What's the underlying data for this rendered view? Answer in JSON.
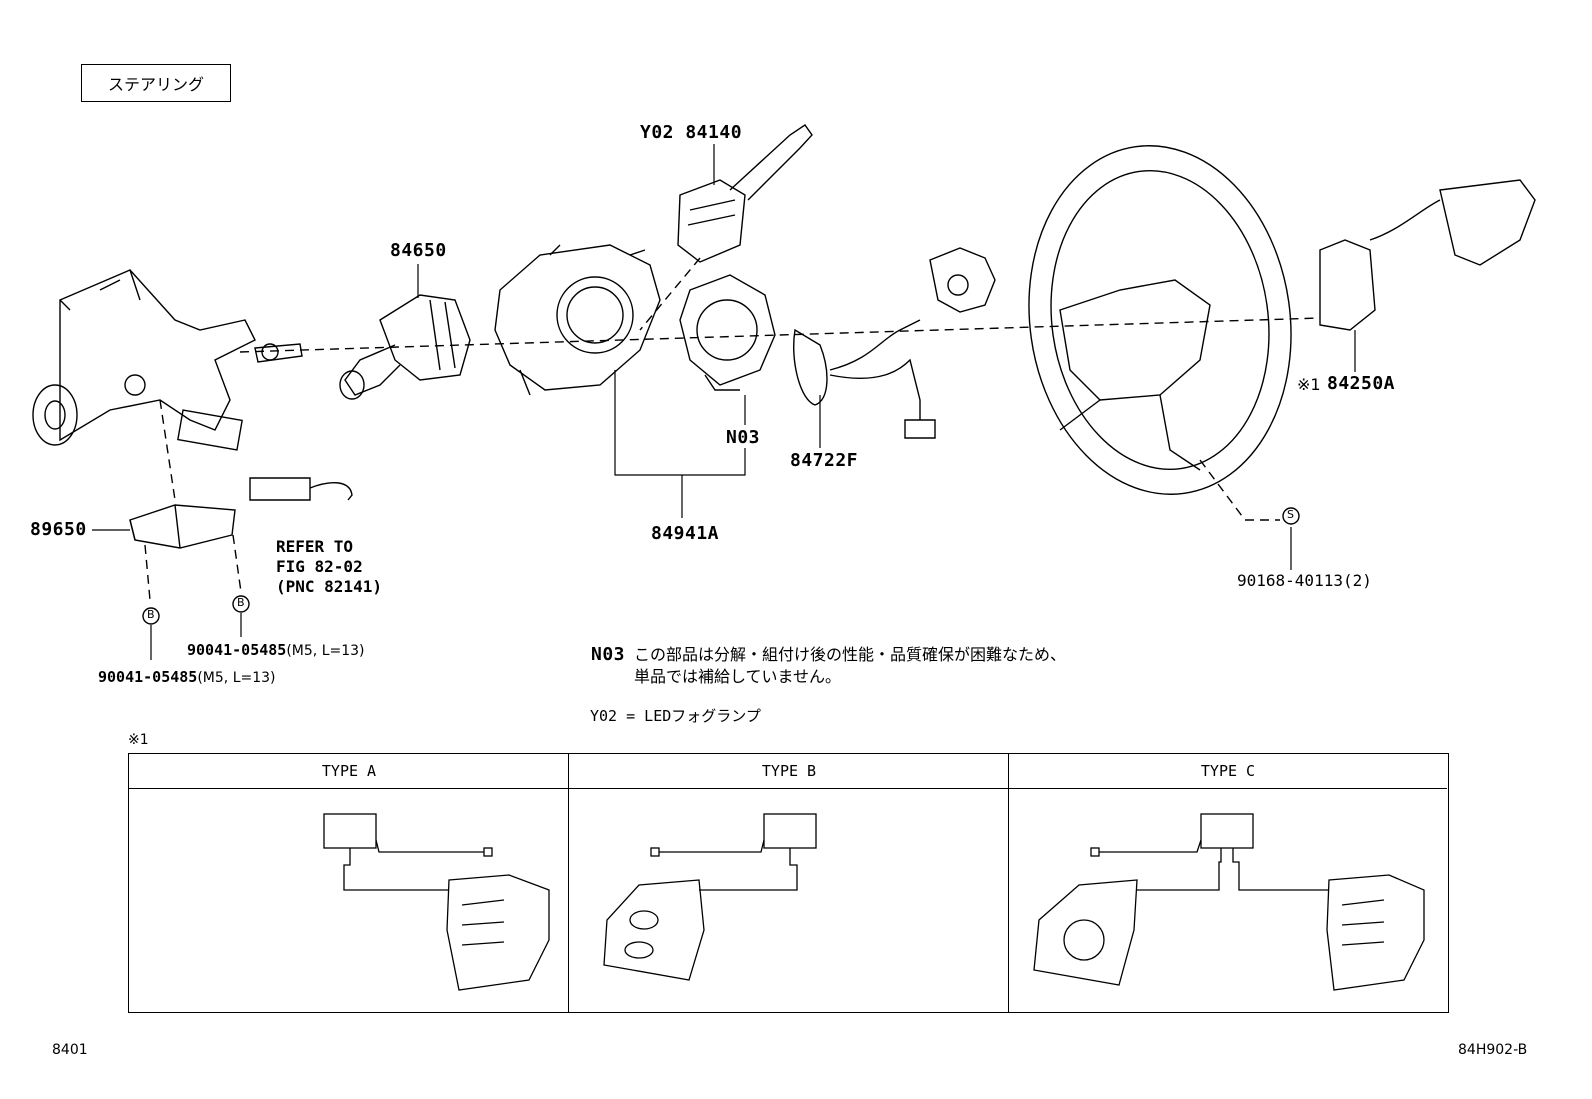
{
  "header": {
    "title": "ステアリング"
  },
  "parts": {
    "p84140": "Y02 84140",
    "p84650": "84650",
    "p84250A": "84250A",
    "p84250A_mark": "※1",
    "pN03": "N03",
    "p84722F": "84722F",
    "p84941A": "84941A",
    "p89650": "89650",
    "p90168": "90168-40113(2)",
    "bolt1_num": "90041-05485",
    "bolt1_spec": "(M5, L=13)",
    "bolt2_num": "90041-05485",
    "bolt2_spec": "(M5, L=13)",
    "callout_b": "B",
    "callout_s": "S"
  },
  "refer": {
    "line1": "REFER TO",
    "line2": "FIG 82-02",
    "line3": "(PNC 82141)"
  },
  "notes": {
    "n03_code": "N03",
    "n03_line1": "この部品は分解・組付け後の性能・品質確保が困難なため、",
    "n03_line2": "単品では補給していません。",
    "y02": "Y02 = LEDフォグランプ",
    "mark1": "※1"
  },
  "types": [
    "TYPE A",
    "TYPE B",
    "TYPE C"
  ],
  "footer": {
    "left": "8401",
    "right": "84H902-B"
  }
}
